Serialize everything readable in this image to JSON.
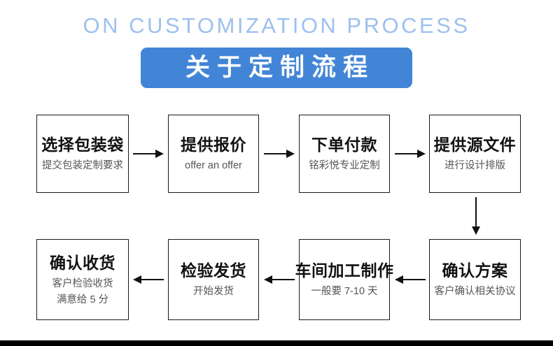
{
  "header": {
    "english_title": "ON CUSTOMIZATION PROCESS",
    "chinese_title": "关于定制流程",
    "banner_color": "#4285d6",
    "english_title_color": "#9dc0ef"
  },
  "flow": {
    "row1": [
      {
        "title": "选择包装袋",
        "sub1": "提交包装定制要求",
        "sub2": ""
      },
      {
        "title": "提供报价",
        "sub1": "offer an offer",
        "sub2": ""
      },
      {
        "title": "下单付款",
        "sub1": "铭彩悦专业定制",
        "sub2": ""
      },
      {
        "title": "提供源文件",
        "sub1": "进行设计排版",
        "sub2": ""
      }
    ],
    "row2": [
      {
        "title": "确认收货",
        "sub1": "客户检验收货",
        "sub2": "满意给 5 分"
      },
      {
        "title": "检验发货",
        "sub1": "开始发货",
        "sub2": ""
      },
      {
        "title": "车间加工制作",
        "sub1": "一般要 7-10 天",
        "sub2": ""
      },
      {
        "title": "确认方案",
        "sub1": "客户确认相关协议",
        "sub2": ""
      }
    ]
  },
  "connectors": {
    "row1_arrow_1": "arrow-right",
    "row1_arrow_2": "arrow-right",
    "row1_arrow_3": "arrow-right",
    "right_arrow_down": "arrow-down",
    "row2_arrow_1": "arrow-left",
    "row2_arrow_2": "arrow-left",
    "row2_arrow_3": "arrow-left"
  }
}
